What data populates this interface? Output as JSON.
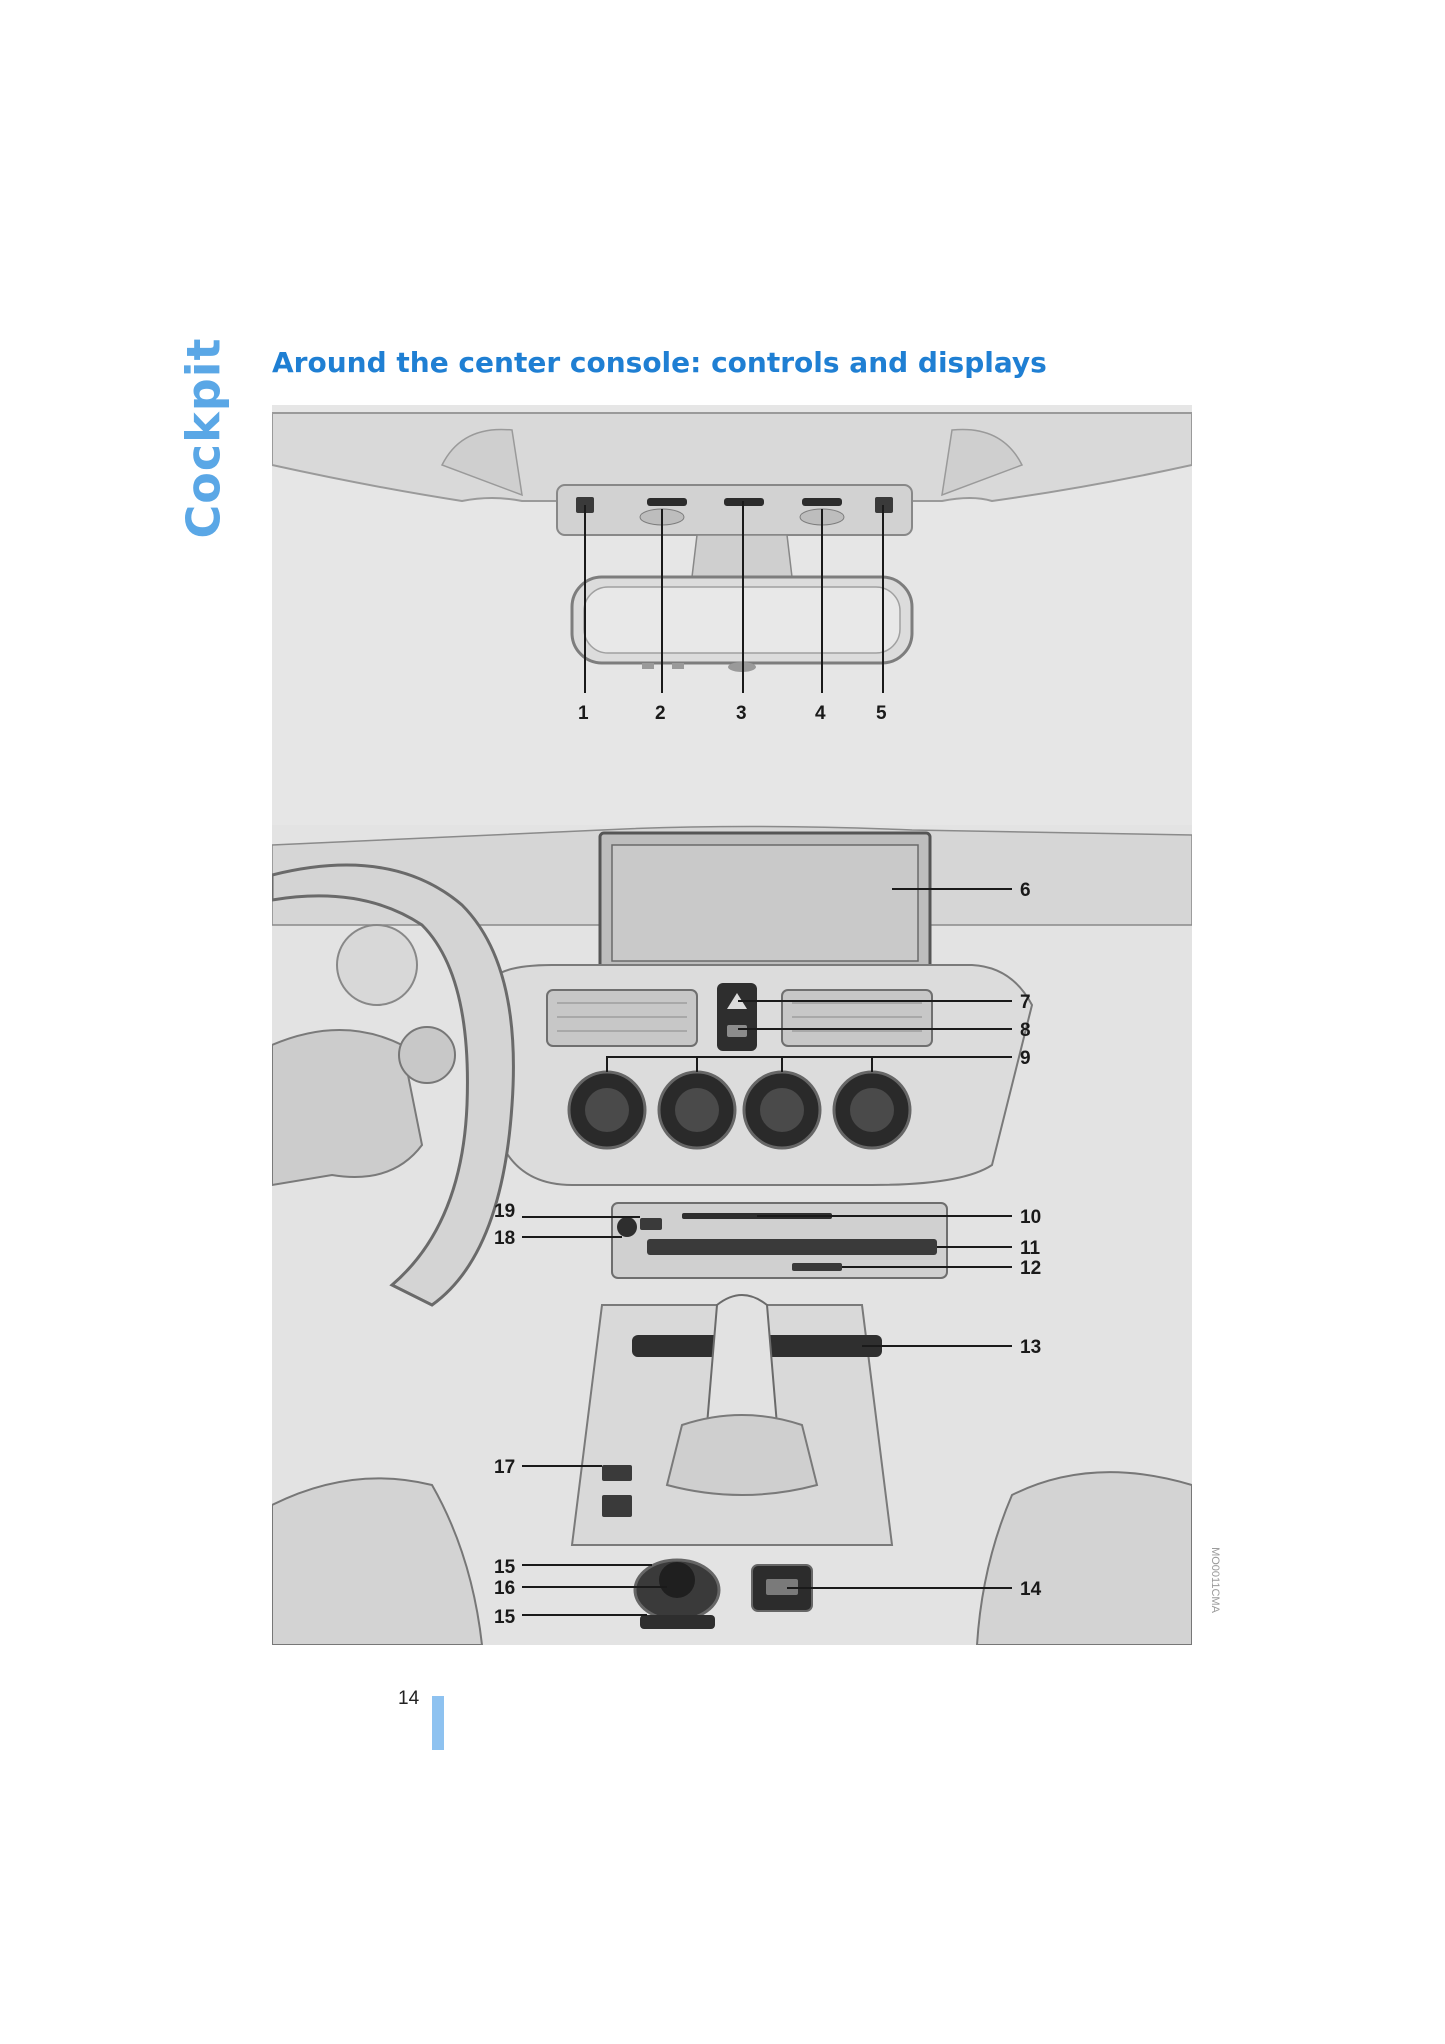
{
  "section_tab": "Cockpit",
  "heading": "Around the center console: controls and displays",
  "figure": {
    "callouts": {
      "c1": "1",
      "c2": "2",
      "c3": "3",
      "c4": "4",
      "c5": "5",
      "c6": "6",
      "c7": "7",
      "c8": "8",
      "c9": "9",
      "c10": "10",
      "c11": "11",
      "c12": "12",
      "c13": "13",
      "c14": "14",
      "c15a": "15",
      "c16": "16",
      "c15b": "15",
      "c17": "17",
      "c18": "18",
      "c19": "19"
    },
    "image_code": "MO0011CMA"
  },
  "page_number": "14",
  "colors": {
    "tab_text": "#5aa7e6",
    "heading_text": "#1f7fd3",
    "page_bar": "#8ec2f0"
  }
}
